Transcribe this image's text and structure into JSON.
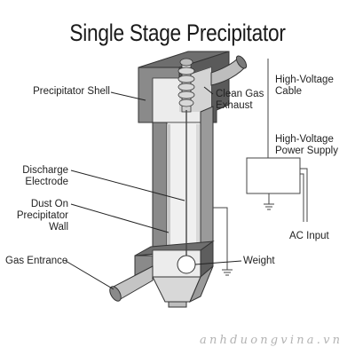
{
  "title": "Single Stage Precipitator",
  "labels": {
    "shell": "Precipitator Shell",
    "clean_gas_1": "Clean Gas",
    "clean_gas_2": "Exhaust",
    "hv_cable_1": "High-Voltage",
    "hv_cable_2": "Cable",
    "hv_supply_1": "High-Voltage",
    "hv_supply_2": "Power Supply",
    "discharge_1": "Discharge",
    "discharge_2": "Electrode",
    "dust_1": "Dust On",
    "dust_2": "Precipitator",
    "dust_3": "Wall",
    "ac_input": "AC Input",
    "gas_entrance": "Gas Entrance",
    "weight": "Weight"
  },
  "watermark": "anhduongvina.vn",
  "colors": {
    "shell_top": "#6e6e6e",
    "shell_side": "#585858",
    "shell_front": "#8a8a8a",
    "interior": "#f2f2f2",
    "line": "#333333"
  }
}
